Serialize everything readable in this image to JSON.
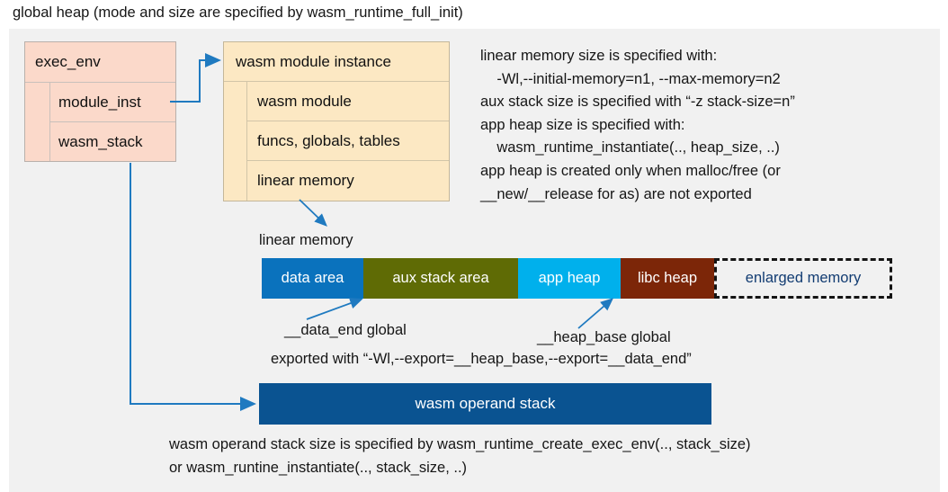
{
  "title": "global heap (mode and size are specified by wasm_runtime_full_init)",
  "exec_env": {
    "header": "exec_env",
    "rows": [
      {
        "label": "module_inst"
      },
      {
        "label": "wasm_stack"
      }
    ]
  },
  "module_instance": {
    "header": "wasm module instance",
    "rows": [
      {
        "label": "wasm module"
      },
      {
        "label": "funcs, globals, tables"
      },
      {
        "label": "linear memory"
      }
    ]
  },
  "note": "linear memory size is specified with:\n    -Wl,--initial-memory=n1, --max-memory=n2\naux stack size is specified with “-z stack-size=n”\napp heap size is specified with:\n    wasm_runtime_instantiate(.., heap_size, ..)\napp heap is created only when malloc/free (or\n__new/__release for as) are not exported",
  "linear_memory": {
    "caption": "linear memory",
    "segments": [
      {
        "label": "data area",
        "color": "#0a72bd",
        "width": 113,
        "text_color": "#ffffff",
        "dashed": false
      },
      {
        "label": "aux stack area",
        "color": "#5f6b05",
        "width": 172,
        "text_color": "#ffffff",
        "dashed": false
      },
      {
        "label": "app heap",
        "color": "#00b0ec",
        "width": 114,
        "text_color": "#ffffff",
        "dashed": false
      },
      {
        "label": "libc heap",
        "color": "#7c2608",
        "width": 104,
        "text_color": "#ffffff",
        "dashed": false
      },
      {
        "label": "enlarged memory",
        "color": "#f1f1f1",
        "width": 198,
        "text_color": "#123c72",
        "dashed": true
      }
    ]
  },
  "annotations": {
    "data_end": "__data_end global",
    "heap_base": "__heap_base global",
    "exported": "exported with “-Wl,--export=__heap_base,--export=__data_end”"
  },
  "operand_stack": {
    "label": "wasm operand stack",
    "color": "#0a5391"
  },
  "bottom_note": "wasm operand stack size is specified by wasm_runtime_create_exec_env(.., stack_size)\nor wasm_runtine_instantiate(.., stack_size, ..)",
  "colors": {
    "background": "#ffffff",
    "panel": "#f1f1f1",
    "exec_env_fill": "#fbd9ca",
    "module_fill": "#fce8c3",
    "connector": "#1f7ac0"
  }
}
